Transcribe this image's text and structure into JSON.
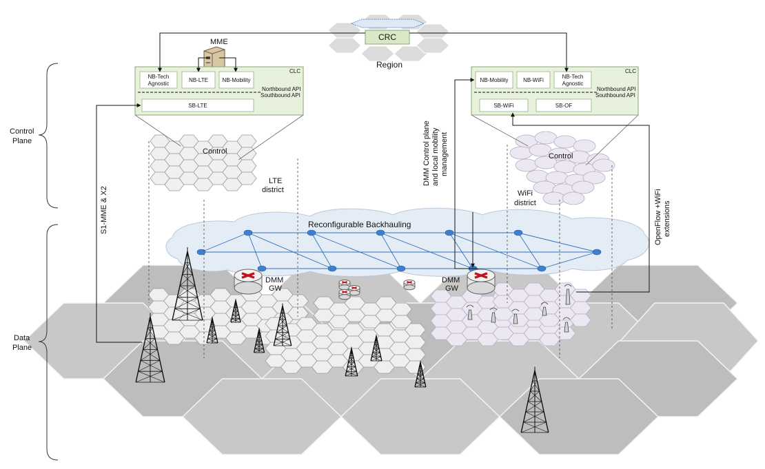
{
  "planes": {
    "control": [
      "Control",
      "Plane"
    ],
    "data": [
      "Data",
      "Plane"
    ]
  },
  "region": {
    "crc": "CRC",
    "label": "Region"
  },
  "mme": "MME",
  "left_clc": {
    "tag": "CLC",
    "nb": [
      [
        "NB-Tech",
        "Agnostic"
      ],
      "NB-LTE",
      "NB-Mobility"
    ],
    "northbound": "Northbound API",
    "southbound": "Southbound API",
    "sb": [
      "SB-LTE"
    ]
  },
  "right_clc": {
    "tag": "CLC",
    "nb": [
      "NB-Mobility",
      "NB-WiFi",
      [
        "NB-Tech",
        "Agnostic"
      ]
    ],
    "northbound": "Northbound API",
    "southbound": "Southbound API",
    "sb": [
      "SB-WiFi",
      "SB-OF"
    ]
  },
  "districts": {
    "lte_control": "Control",
    "lte": [
      "LTE",
      "district"
    ],
    "wifi_control": "Control",
    "wifi": [
      "WiFi",
      "district"
    ]
  },
  "backhaul": "Reconfigurable Backhauling",
  "gateways": [
    [
      "DMM",
      "GW"
    ],
    [
      "DMM",
      "GW"
    ]
  ],
  "side_labels": {
    "s1": "S1-MME & X2",
    "dmm_control": [
      "DMM Control plane",
      "and local mobility",
      "management"
    ],
    "openflow": [
      "OpenFlow +WiFi",
      "extensions"
    ]
  },
  "colors": {
    "lte_hex": "#f0f0f0",
    "wifi_hex": "#ece8f2",
    "ground": "#c8c8c8",
    "ground_dark": "#bdbdbd",
    "clc_box": "#e7f1dc",
    "crc_box": "#d9e9c8",
    "cloud": "#e4edf6",
    "backhaul_link": "#2f6fbf",
    "router_arrow": "#c0121b"
  }
}
